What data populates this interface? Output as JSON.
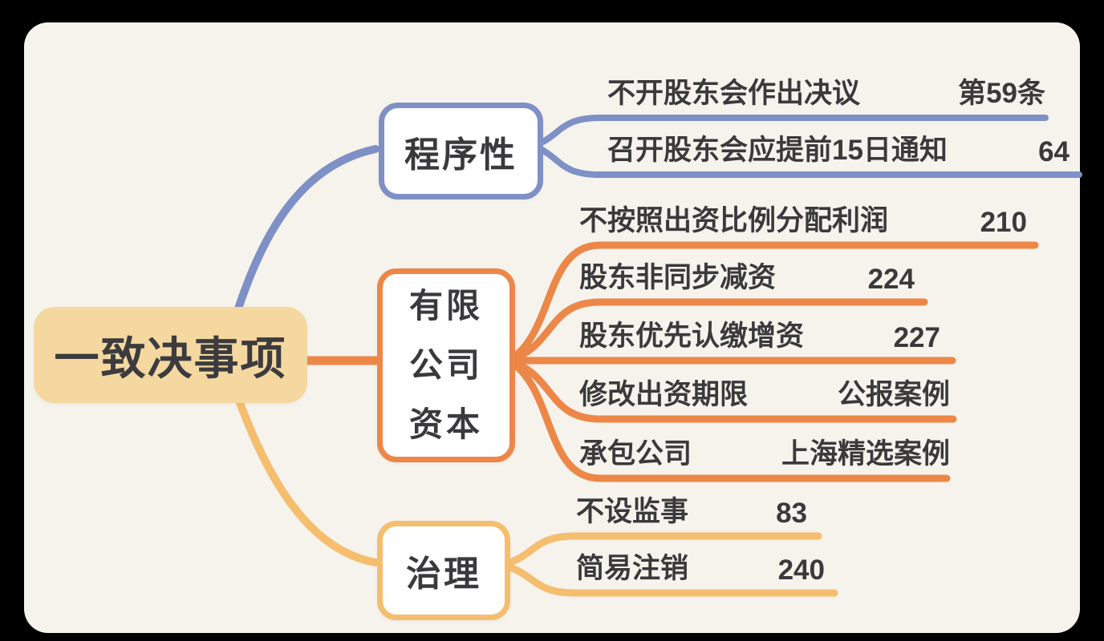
{
  "diagram": {
    "type": "mindmap",
    "background_outer": "#000000",
    "background_canvas": "#f5f3ec",
    "text_color": "#3a3a3c"
  },
  "colors": {
    "blue": "#7e90c6",
    "orange": "#ec8748",
    "amber": "#f5be6e",
    "root_fill": "#f5d8a0"
  },
  "root": {
    "label": "一致决事项"
  },
  "branches": [
    {
      "id": "procedural",
      "label": "程序性",
      "color": "#7e90c6",
      "leaves": [
        {
          "label": "不开股东会作出决议",
          "ref": "第59条"
        },
        {
          "label": "召开股东会应提前15日通知",
          "ref": "64"
        }
      ]
    },
    {
      "id": "capital",
      "label": "有限公司资本",
      "label_lines": [
        "有限",
        "公司",
        "资本"
      ],
      "color": "#ec8748",
      "leaves": [
        {
          "label": "不按照出资比例分配利润",
          "ref": "210"
        },
        {
          "label": "股东非同步减资",
          "ref": "224"
        },
        {
          "label": "股东优先认缴增资",
          "ref": "227"
        },
        {
          "label": "修改出资期限",
          "ref": "公报案例"
        },
        {
          "label": "承包公司",
          "ref": "上海精选案例"
        }
      ]
    },
    {
      "id": "governance",
      "label": "治理",
      "color": "#f5be6e",
      "leaves": [
        {
          "label": "不设监事",
          "ref": "83"
        },
        {
          "label": "简易注销",
          "ref": "240"
        }
      ]
    }
  ]
}
